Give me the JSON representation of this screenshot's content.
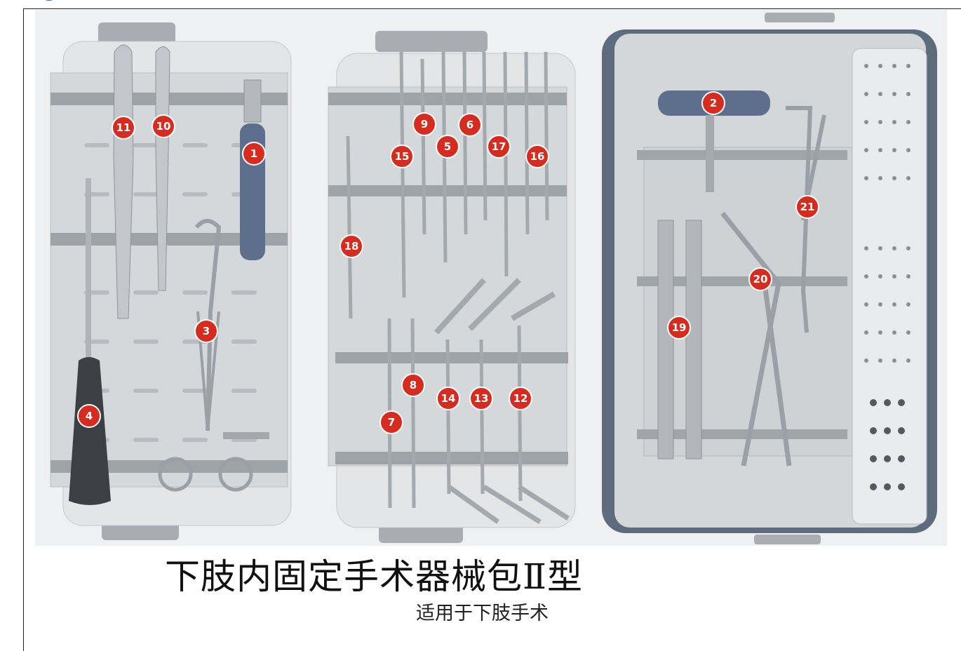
{
  "document": {
    "title": "下肢内固定手术器械包Ⅱ型",
    "subtitle": "适用于下肢手术"
  },
  "photo": {
    "instrument_labels": [
      "1",
      "2",
      "3",
      "4",
      "5",
      "6",
      "7",
      "8",
      "9",
      "10",
      "11",
      "12",
      "13",
      "14",
      "15",
      "16",
      "17",
      "18",
      "19",
      "20",
      "21"
    ]
  },
  "colors": {
    "badge": "#d62b1f",
    "tray": "#d9dcdf",
    "handle_blue": "#5d6f8c",
    "handle_dark": "#3c3f44",
    "steel": "#b9bdc2"
  }
}
